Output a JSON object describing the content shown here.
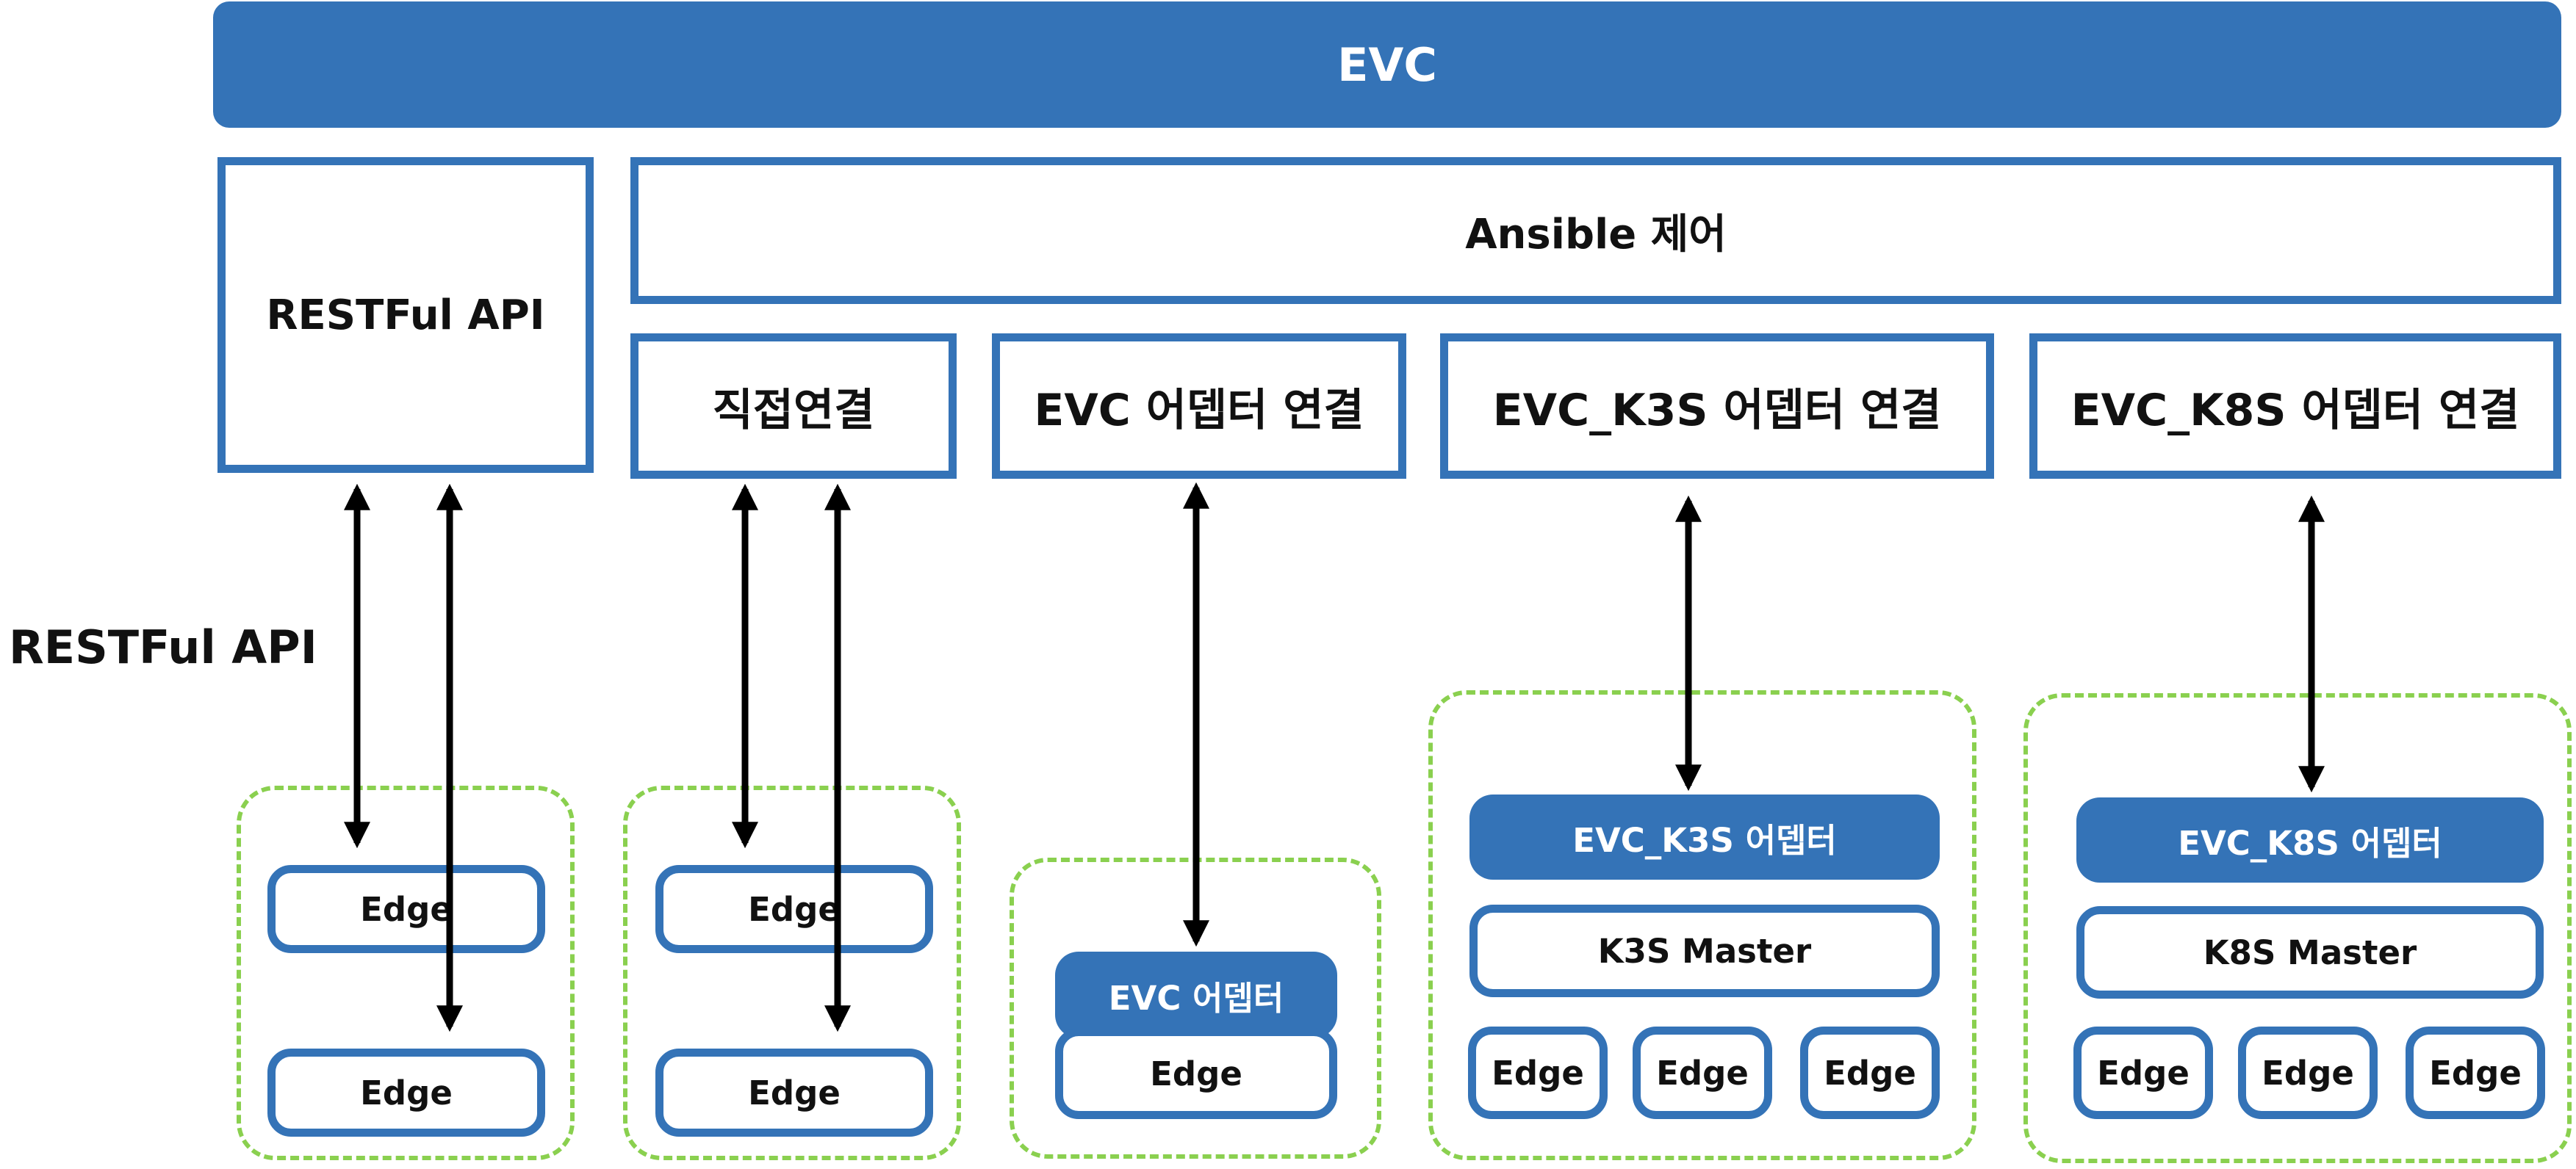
{
  "evc_banner": {
    "label": "EVC"
  },
  "side_label": "RESTFul API",
  "restful_box": {
    "label": "RESTFul API"
  },
  "ansible_box": {
    "label": "Ansible 제어"
  },
  "connections": {
    "direct": "직접연결",
    "evc_adapter": "EVC 어뎁터 연결",
    "k3s_adapter": "EVC_K3S 어뎁터 연결",
    "k8s_adapter": "EVC_K8S 어뎁터 연결"
  },
  "group_restful": {
    "edges": [
      "Edge",
      "Edge"
    ]
  },
  "group_direct": {
    "edges": [
      "Edge",
      "Edge"
    ]
  },
  "group_evc": {
    "adapter": "EVC 어뎁터",
    "edge": "Edge"
  },
  "group_k3s": {
    "adapter": "EVC_K3S 어뎁터",
    "master": "K3S Master",
    "edges": [
      "Edge",
      "Edge",
      "Edge"
    ]
  },
  "group_k8s": {
    "adapter": "EVC_K8S 어뎁터",
    "master": "K8S Master",
    "edges": [
      "Edge",
      "Edge",
      "Edge"
    ]
  },
  "colors": {
    "primary": "#3473b7",
    "group_border": "#8ad04f",
    "text": "#111111"
  }
}
